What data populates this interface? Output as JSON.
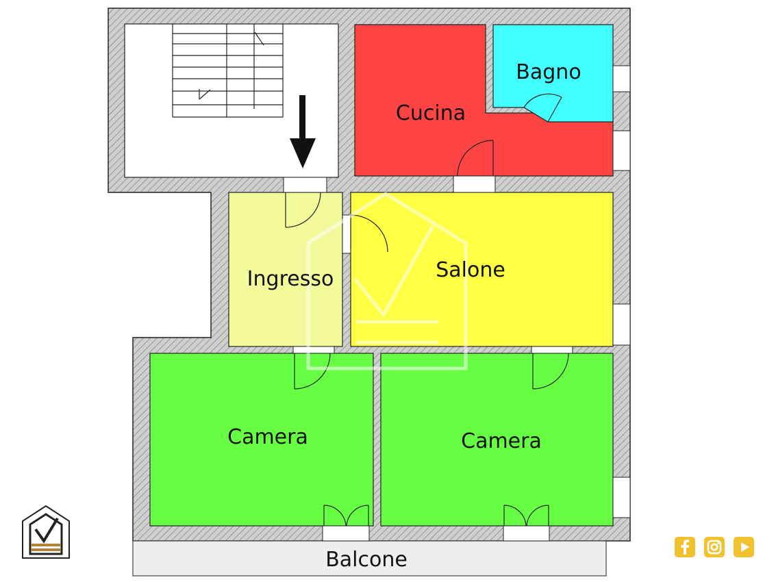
{
  "rooms": {
    "cucina": {
      "label": "Cucina",
      "color": "#ff4444"
    },
    "bagno": {
      "label": "Bagno",
      "color": "#44ffff"
    },
    "ingresso": {
      "label": "Ingresso",
      "color": "#f2fa9a"
    },
    "salone": {
      "label": "Salone",
      "color": "#ffff44"
    },
    "camera_1": {
      "label": "Camera",
      "color": "#66ff44"
    },
    "camera_2": {
      "label": "Camera",
      "color": "#66ff44"
    },
    "balcone": {
      "label": "Balcone",
      "color": "#eeeeee"
    }
  },
  "colors": {
    "wall": "#c9c9c9",
    "hatch": "#777777",
    "outline": "#222222",
    "icon_gold": "#f2c12e",
    "logo_gold": "#b0823a"
  },
  "icons": {
    "brand": "house-check-logo",
    "social": [
      "facebook-icon",
      "instagram-icon",
      "youtube-icon"
    ]
  }
}
